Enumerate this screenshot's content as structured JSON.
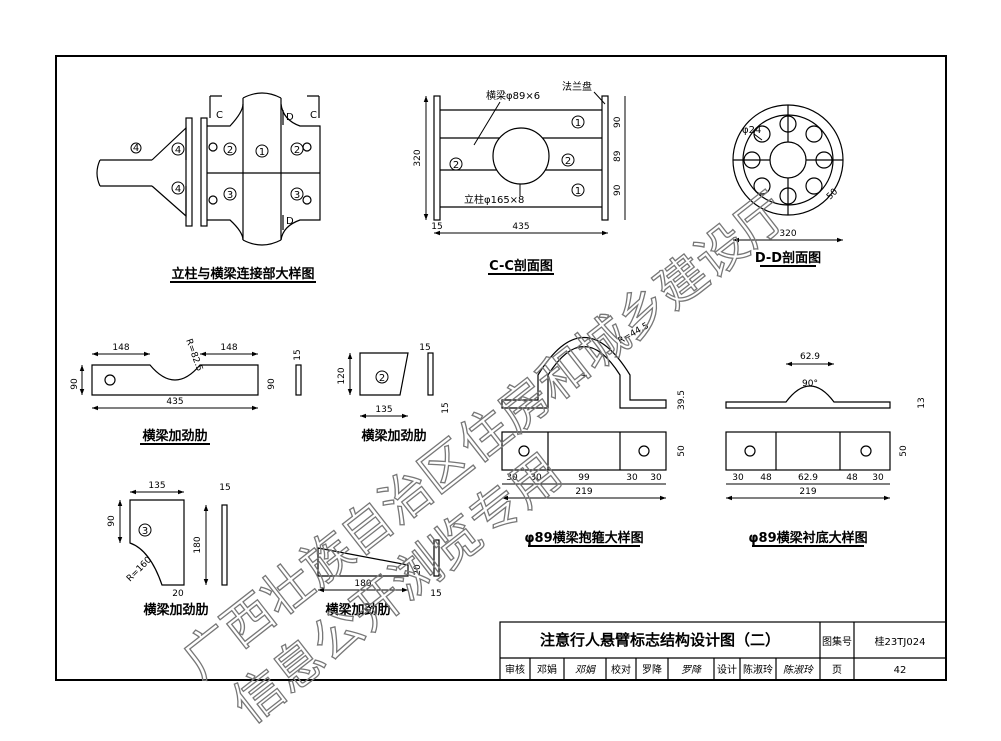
{
  "captions": {
    "joint": "立柱与横梁连接部大样图",
    "cc": "C-C剖面图",
    "dd": "D-D剖面图",
    "stiff1": "横梁加劲肋",
    "stiff2": "横梁加劲肋",
    "stiff3": "横梁加劲肋",
    "stiff4": "横梁加劲肋",
    "hoop": "φ89横梁抱箍大样图",
    "lining": "φ89横梁衬底大样图"
  },
  "labels": {
    "beam_spec": "横梁φ89×6",
    "flange": "法兰盘",
    "column_spec": "立柱φ165×8",
    "bolt_hole": "φ24",
    "sec_c": "C",
    "sec_d": "D"
  },
  "markers": [
    "1",
    "2",
    "3",
    "4"
  ],
  "dims": {
    "cc_h": "320",
    "cc_w": "435",
    "cc_t": "15",
    "cc_a": "90",
    "cc_b": "89",
    "cc_c": "90",
    "dd_w": "320",
    "dd_b": "50",
    "s1_a": "148",
    "s1_b": "148",
    "s1_r": "R=82.5",
    "s1_h": "90",
    "s1_h2": "90",
    "s1_w": "435",
    "s1_t": "15",
    "s2_h": "120",
    "s2_w": "135",
    "s2_t": "15",
    "s2_s": "15",
    "s3_w": "135",
    "s3_t": "15",
    "s3_h1": "90",
    "s3_h2": "180",
    "s3_r": "R=160",
    "s3_b": "20",
    "s4_h": "20",
    "s4_w": "180",
    "s4_t": "15",
    "h_r": "R=44.5",
    "h_h": "39.5",
    "h_b": "50",
    "h_1": "30",
    "h_2": "30",
    "h_3": "99",
    "h_4": "30",
    "h_5": "30",
    "h_w": "219",
    "l_top": "62.9",
    "l_ang": "90°",
    "l_t": "13",
    "l_b": "50",
    "l_1": "30",
    "l_2": "48",
    "l_3": "62.9",
    "l_4": "48",
    "l_5": "30",
    "l_w": "219"
  },
  "title_block": {
    "title": "注意行人悬臂标志结构设计图（二）",
    "atlas_label": "图集号",
    "atlas_no": "桂23TJ024",
    "review_label": "审核",
    "reviewer": "邓娟",
    "review_sig": "邓娟",
    "check_label": "校对",
    "checker": "罗降",
    "check_sig": "罗降",
    "design_label": "设计",
    "designer": "陈淑玲",
    "design_sig": "陈淑玲",
    "page_label": "页",
    "page_no": "42"
  },
  "watermark": {
    "line1": "广西壮族自治区住房和城乡建设厅",
    "line2": "信息公开浏览专用"
  }
}
